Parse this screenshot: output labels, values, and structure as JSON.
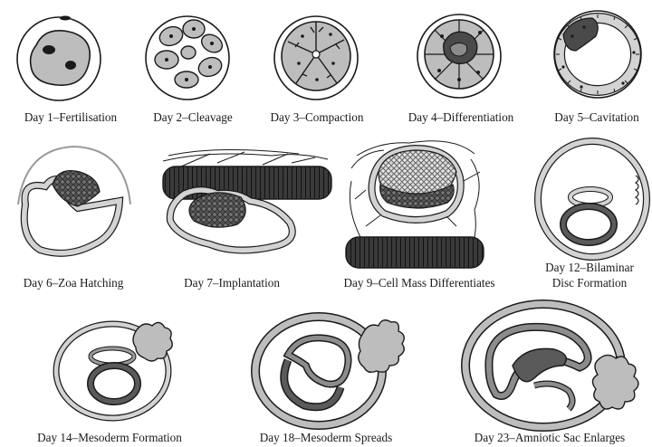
{
  "stages": [
    {
      "id": "day1",
      "label": "Day 1–Fertilisation"
    },
    {
      "id": "day2",
      "label": "Day 2–Cleavage"
    },
    {
      "id": "day3",
      "label": "Day 3–Compaction"
    },
    {
      "id": "day4",
      "label": "Day 4–Differentiation"
    },
    {
      "id": "day5",
      "label": "Day 5–Cavitation"
    },
    {
      "id": "day6",
      "label": "Day 6–Zoa Hatching"
    },
    {
      "id": "day7",
      "label": "Day 7–Implantation"
    },
    {
      "id": "day9",
      "label": "Day 9–Cell Mass Differentiates"
    },
    {
      "id": "day12",
      "label_line1": "Day 12–Bilaminar",
      "label_line2": "Disc Formation"
    },
    {
      "id": "day14",
      "label": "Day 14–Mesoderm Formation"
    },
    {
      "id": "day18",
      "label": "Day 18–Mesoderm Spreads"
    },
    {
      "id": "day23",
      "label": "Day 23–Amniotic Sac Enlarges"
    }
  ],
  "colors": {
    "outline": "#1a1a1a",
    "light": "#bdbdbd",
    "mid": "#8c8c8c",
    "dark": "#4a4a4a"
  }
}
